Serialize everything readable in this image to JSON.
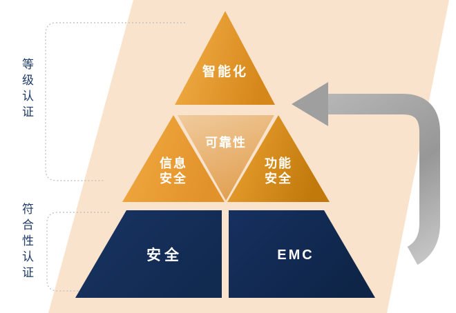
{
  "colors": {
    "background_peach": "#fae3cc",
    "navy_dark": "#14305c",
    "navy_darker": "#0f2749",
    "orange": "#efa53a",
    "orange_dark": "#cf8414",
    "tan_light": "#f0cb9d",
    "tan_dark": "#e2a255",
    "arrow_gray": "#a0a0a0",
    "dotted_line_gray": "#c4c3c2",
    "side_label_text": "#1e3a66",
    "label_text": "#ffffff"
  },
  "side_labels": {
    "upper": "等级认证",
    "lower": "符合性认证"
  },
  "pyramid": {
    "top": {
      "label": "智能化"
    },
    "middle_left": {
      "line1": "信息",
      "line2": "安全"
    },
    "middle_center": {
      "label": "可靠性"
    },
    "middle_right": {
      "line1": "功能",
      "line2": "安全"
    },
    "bottom_left": {
      "label": "安全"
    },
    "bottom_right": {
      "label": "EMC"
    }
  }
}
